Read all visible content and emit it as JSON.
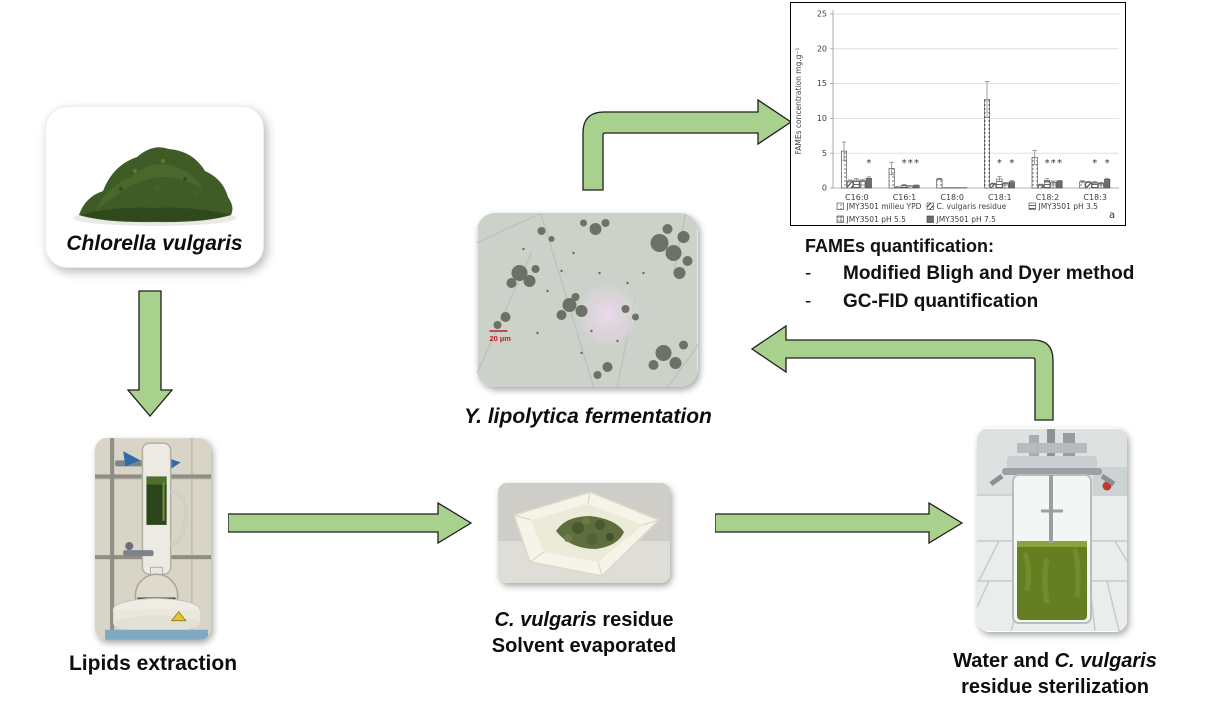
{
  "colors": {
    "arrow_fill": "#a9d18e",
    "arrow_outline": "#1f1f1f",
    "solid_bar": "#6d6d6d",
    "scale_text_red": "#c02020"
  },
  "nodes": {
    "chlorella": {
      "label": "Chlorella vulgaris"
    },
    "lipids": {
      "label": "Lipids extraction"
    },
    "residue": {
      "label_italic": "C. vulgaris",
      "label_rest": " residue",
      "label_line2": "Solvent evaporated"
    },
    "fermentation": {
      "label": "Y. lipolytica fermentation",
      "scale_text": "20 µm"
    },
    "sterilization": {
      "label_pre": "Water and ",
      "label_italic": "C. vulgaris",
      "label_line2": "residue sterilization"
    }
  },
  "quantification": {
    "title": "FAMEs quantification:",
    "bullet_marker": "-",
    "bullets": [
      "Modified Bligh and Dyer method",
      "GC-FID quantification"
    ]
  },
  "chart_data": {
    "type": "bar",
    "title": "",
    "xlabel": "",
    "ylabel": "FAMEs concentration mg.g⁻¹",
    "ylim": [
      0,
      25
    ],
    "yticks": [
      0,
      5,
      10,
      15,
      20,
      25
    ],
    "grid": true,
    "legend_position": "bottom",
    "panel_label": "a",
    "categories": [
      "C16:0",
      "C16:1",
      "C18:0",
      "C18:1",
      "C18:2",
      "C18:3"
    ],
    "series": [
      {
        "name": "JMY3501 milieu YPD",
        "pattern": "dots",
        "values": [
          5.3,
          2.8,
          1.3,
          12.7,
          4.4,
          0.9
        ],
        "errors": [
          1.3,
          0.9,
          0.1,
          2.6,
          1.0,
          0.15
        ]
      },
      {
        "name": "C. vulgaris residue",
        "pattern": "diag",
        "values": [
          1.0,
          0.15,
          0.05,
          0.6,
          0.45,
          0.85
        ],
        "errors": [
          0.15,
          0.05,
          0,
          0.1,
          0.1,
          0.1
        ]
      },
      {
        "name": "JMY3501 pH 3.5",
        "pattern": "hlines",
        "values": [
          1.15,
          0.4,
          0.05,
          1.3,
          1.1,
          0.8
        ],
        "errors": [
          0.2,
          0.1,
          0,
          0.35,
          0.25,
          0.15
        ]
      },
      {
        "name": "JMY3501 pH 5.5",
        "pattern": "grid",
        "values": [
          1.05,
          0.3,
          0.05,
          0.7,
          0.85,
          0.7
        ],
        "errors": [
          0.15,
          0.05,
          0,
          0.1,
          0.15,
          0.1
        ]
      },
      {
        "name": "JMY3501 pH 7.5",
        "pattern": "solid",
        "values": [
          1.4,
          0.4,
          0.05,
          0.9,
          1.0,
          1.25
        ],
        "errors": [
          0.2,
          0.05,
          0,
          0.15,
          0.1,
          0.15
        ]
      }
    ],
    "significance_stars": [
      [
        4
      ],
      [
        2,
        3,
        4
      ],
      [],
      [
        2,
        4
      ],
      [
        2,
        3,
        4
      ],
      [
        2,
        4
      ]
    ],
    "star_y_value": 3.6
  }
}
